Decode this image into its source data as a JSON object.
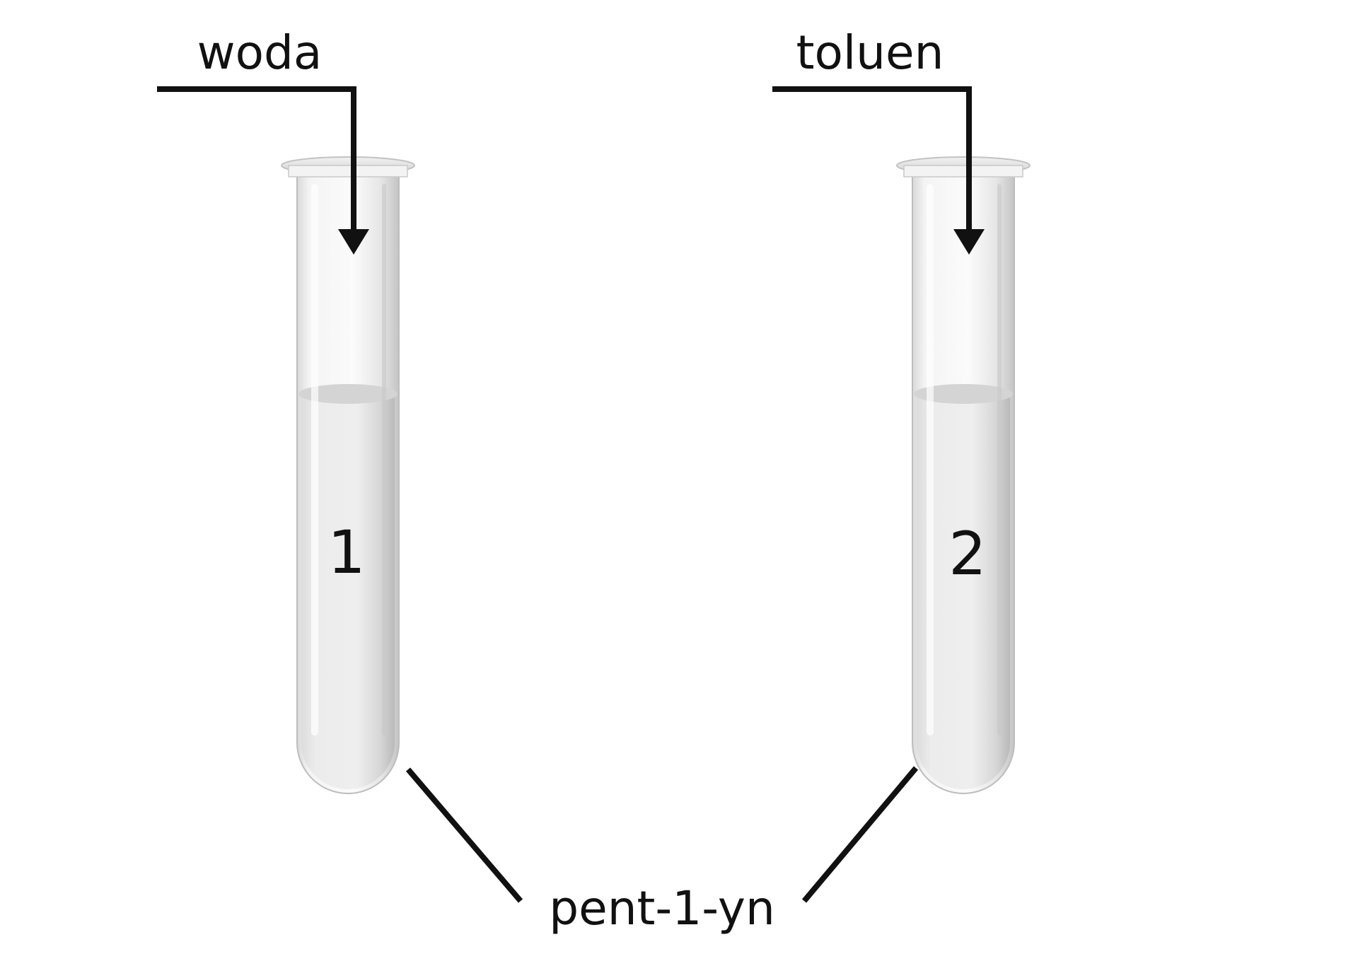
{
  "diagram": {
    "labels": {
      "tube1_reagent": "woda",
      "tube2_reagent": "toluen",
      "shared_substance": "pent-1-yn"
    },
    "tubes": [
      {
        "number": "1"
      },
      {
        "number": "2"
      }
    ],
    "colors": {
      "line": "#111111",
      "liquid": "#e2e2e2",
      "glass_edge": "#b8b8b8",
      "background": "#ffffff"
    }
  }
}
